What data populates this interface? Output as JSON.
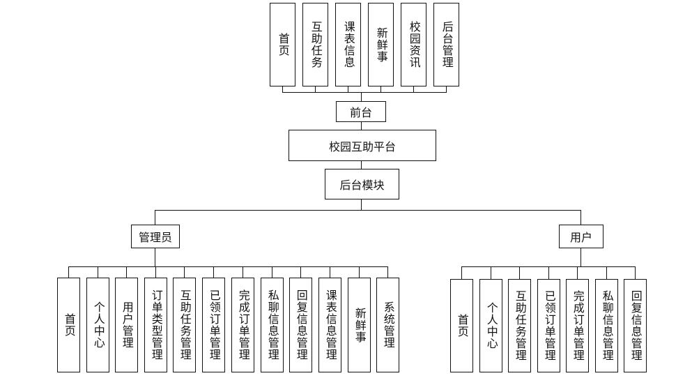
{
  "diagram": {
    "front_modules": [
      "首页",
      "互助任务",
      "课表信息",
      "新鲜事",
      "校园资讯",
      "后台管理"
    ],
    "front_label": "前台",
    "platform_label": "校园互助平台",
    "backend_label": "后台模块",
    "admin": {
      "label": "管理员",
      "children": [
        "首页",
        "个人中心",
        "用户管理",
        "订单类型管理",
        "互助任务管理",
        "已领订单管理",
        "完成订单管理",
        "私聊信息管理",
        "回复信息管理",
        "课表信息管理",
        "新鲜事",
        "系统管理"
      ]
    },
    "user": {
      "label": "用户",
      "children": [
        "首页",
        "个人中心",
        "互助任务管理",
        "已领订单管理",
        "完成订单管理",
        "私聊信息管理",
        "回复信息管理"
      ]
    }
  }
}
